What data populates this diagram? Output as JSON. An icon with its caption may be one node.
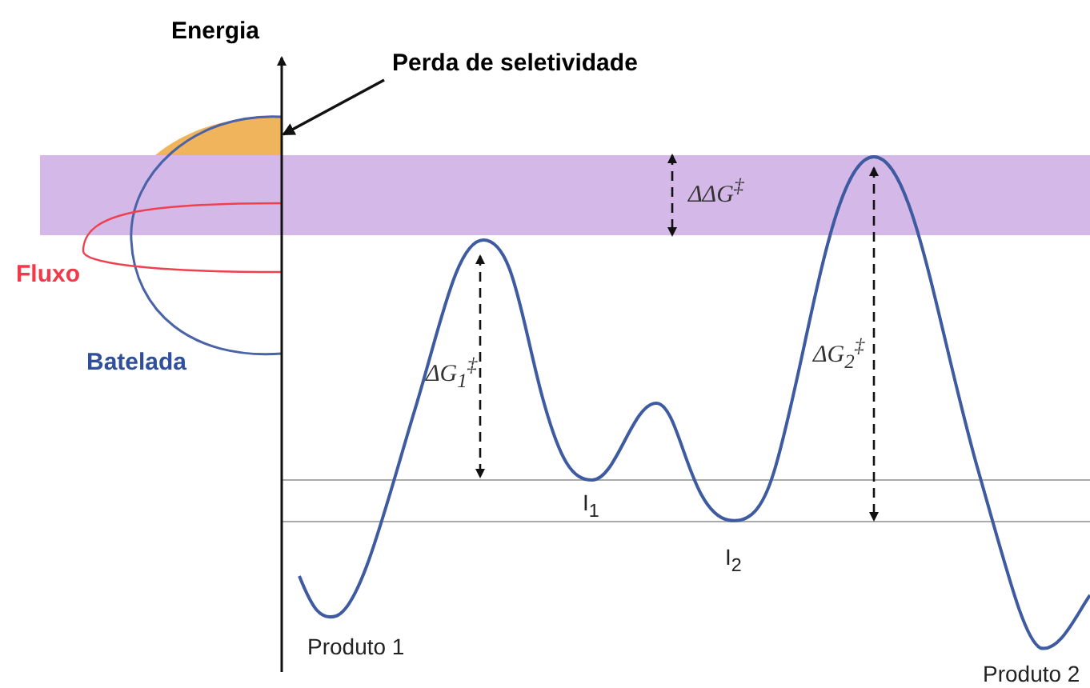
{
  "diagram": {
    "nodes": [
      {
        "text": [
          "Perda de seletividade"
        ]
      },
      {
        "text": [],
        "shape": "picture"
      }
    ],
    "edges": [
      {
        "from": 0,
        "to": 1,
        "arrow": "to"
      }
    ],
    "labels": [
      "Energia",
      "Fluxo",
      "Batelada",
      "ΔΔG$^{‡}$",
      "ΔG$_{1}$$^{‡}$",
      "ΔG$_{2}$$^{‡}$",
      "I$_{1}$",
      "I$_{2}$",
      "Produto 1",
      "Produto 2"
    ]
  }
}
